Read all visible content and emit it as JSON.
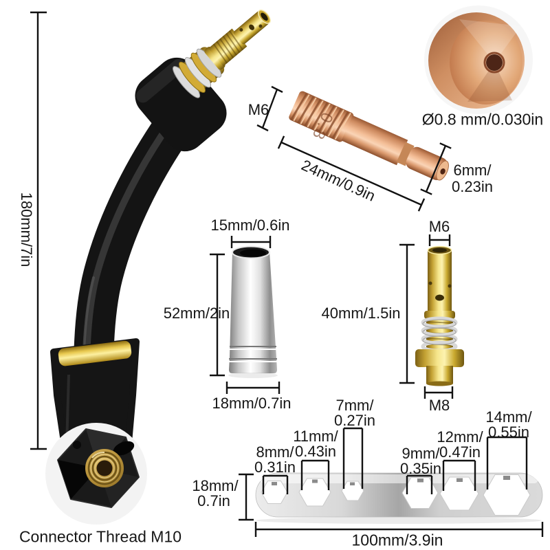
{
  "product": "MIG welding torch consumables dimension diagram",
  "torch_neck": {
    "length": "180mm/7in",
    "connector_label": "Connector Thread M10"
  },
  "tip_closeup": {
    "bore": "Ø0.8 mm/0.030in"
  },
  "contact_tip": {
    "thread": "M6",
    "length": "24mm/0.9in",
    "diameter_line1": "6mm/",
    "diameter_line2": "0.23in",
    "stamp": "0.8"
  },
  "nozzle": {
    "top_diameter": "15mm/0.6in",
    "length": "52mm/2in",
    "bottom_diameter": "18mm/0.7in"
  },
  "diffuser": {
    "top_thread": "M6",
    "length": "40mm/1.5in",
    "bottom_thread": "M8"
  },
  "wrench": {
    "height_line1": "18mm/",
    "height_line2": "0.7in",
    "length": "100mm/3.9in",
    "holes": [
      {
        "line1": "8mm/",
        "line2": "0.31in"
      },
      {
        "line1": "11mm/",
        "line2": "0.43in"
      },
      {
        "line1": "7mm/",
        "line2": "0.27in"
      },
      {
        "line1": "9mm/",
        "line2": "0.35in"
      },
      {
        "line1": "12mm/",
        "line2": "0.47in"
      },
      {
        "line1": "14mm/",
        "line2": "0.55in"
      }
    ]
  },
  "colors": {
    "copper": "#d99a76",
    "gold": "#d8b544",
    "silver": "#d9d9d9",
    "black_part": "#161616",
    "dimension_line": "#111111",
    "background": "#ffffff"
  }
}
